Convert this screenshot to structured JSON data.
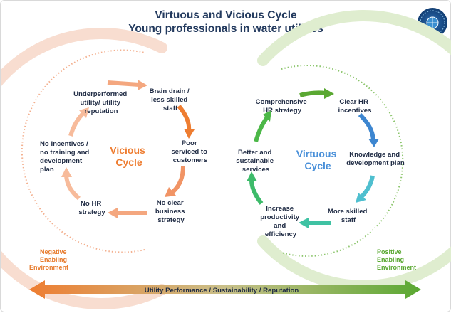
{
  "title": {
    "line1": "Virtuous and Vicious Cycle",
    "line2": "Young professionals in water utilities"
  },
  "logo": {
    "icon": "globe-emblem-icon"
  },
  "vicious": {
    "center": [
      "Vicious",
      "Cycle"
    ],
    "nodes": [
      [
        "Brain drain /",
        "less skilled",
        "staff"
      ],
      [
        "Poor",
        "serviced to",
        "customers"
      ],
      [
        "No clear",
        "business",
        "strategy"
      ],
      [
        "No HR",
        "strategy"
      ],
      [
        "No Incentives /",
        "no training and",
        "development",
        "plan"
      ],
      [
        "Underperformed",
        "utility/ utility",
        "reputation"
      ]
    ],
    "environment": [
      "Negative",
      "Enabling",
      "Environment"
    ],
    "color": "#ee7d31"
  },
  "virtuous": {
    "center": [
      "Virtuous",
      "Cycle"
    ],
    "nodes": [
      [
        "Clear HR",
        "incentives"
      ],
      [
        "Knowledge and",
        "development plan"
      ],
      [
        "More skilled",
        "staff"
      ],
      [
        "Increase",
        "productivity",
        "and",
        "efficiency"
      ],
      [
        "Better and",
        "sustainable",
        "services"
      ],
      [
        "Comprehensive",
        "HR strategy"
      ]
    ],
    "environment": [
      "Positive",
      "Enabling",
      "Environment"
    ],
    "color": "#4a90d9"
  },
  "bottom_bar": {
    "label": "Utility Performance / Sustainability / Reputation",
    "colors": {
      "left": "#ee7d31",
      "right": "#5aa832"
    }
  }
}
